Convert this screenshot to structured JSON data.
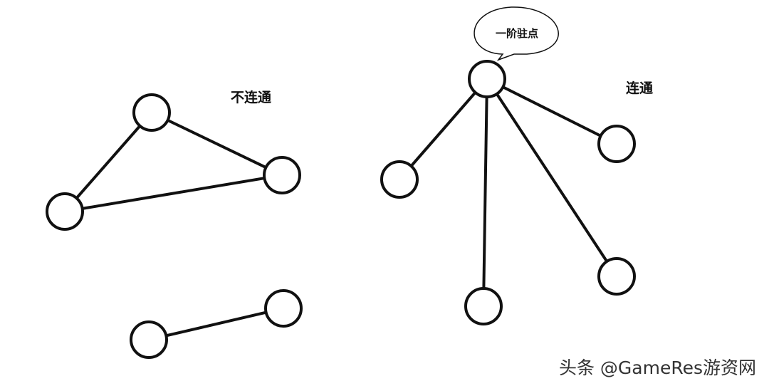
{
  "diagram": {
    "left_label": "不连通",
    "right_label": "连通",
    "callout": "一阶驻点",
    "watermark": "头条 @GameRes游资网"
  },
  "colors": {
    "stroke": "#111111",
    "background": "#ffffff"
  }
}
